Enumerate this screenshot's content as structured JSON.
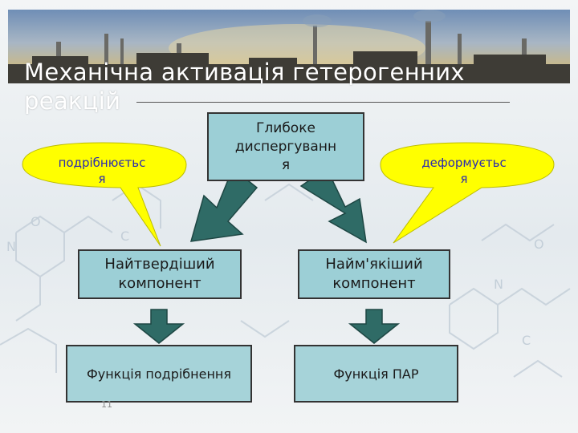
{
  "slide": {
    "title": "Механічна активація гетерогенних реакцій",
    "page_number": "11"
  },
  "diagram": {
    "top_box": "Глибоке\nдиспергуванн\nя",
    "left_component": "Найтвердіший\nкомпонент",
    "right_component": "Найм'якіший\nкомпонент",
    "left_function": "Функція подрібнення",
    "right_function": "Функція ПАР",
    "left_callout": "подрібнюєтьс\nя",
    "right_callout": "деформуєтьс\nя"
  },
  "colors": {
    "box_fill": "#9ccfd6",
    "arrow_fill": "#2f6b66",
    "callout_fill": "#ffff00",
    "callout_text": "#2a2ab0"
  }
}
